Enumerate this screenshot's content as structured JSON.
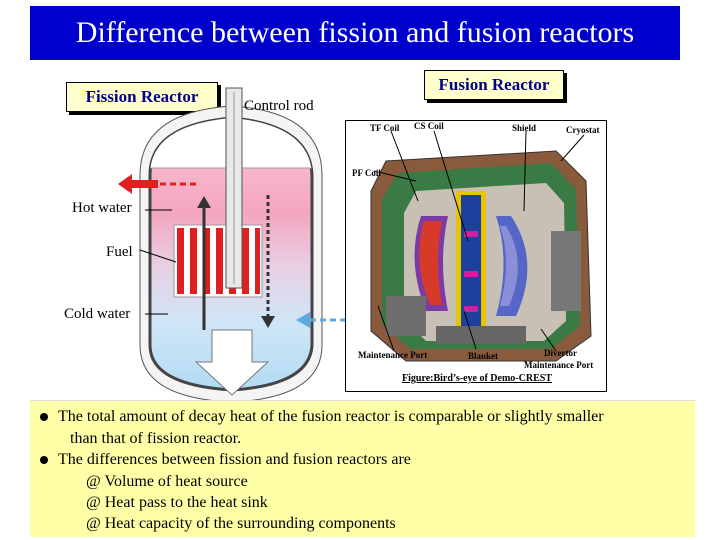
{
  "title": "Difference between fission and fusion reactors",
  "fission": {
    "header": "Fission Reactor",
    "control_rod": "Control rod",
    "hot_water": "Hot water",
    "fuel": "Fuel",
    "cold_water": "Cold water"
  },
  "fusion": {
    "header": "Fusion Reactor",
    "labels": {
      "tf_coil": "TF Coil",
      "cs_coil": "CS Coil",
      "shield": "Shield",
      "cryostat": "Cryostat",
      "pf_coil": "PF Coil",
      "maintenance_port": "Maintenance Port",
      "blanket": "Blanket",
      "divertor": "Divertor",
      "divertor_port": "Maintenance Port"
    },
    "caption": "Figure:Bird’s-eye of Demo-CREST"
  },
  "notes": {
    "line1": "The total amount of decay heat of the fusion reactor is comparable or slightly smaller",
    "line1b": "than that of fission reactor.",
    "line2": "The differences between fission and fusion reactors are",
    "sub1": "@ Volume of heat source",
    "sub2": "@ Heat pass to the heat sink",
    "sub3": "@ Heat capacity of the surrounding components"
  },
  "colors": {
    "title_bg": "#0000cc",
    "notes_bg": "#ffffa8",
    "label_bg": "#ffffcc",
    "hot_water": "#f4a6c0",
    "cold_water": "#b3daf5",
    "arrow_red": "#e02020"
  }
}
